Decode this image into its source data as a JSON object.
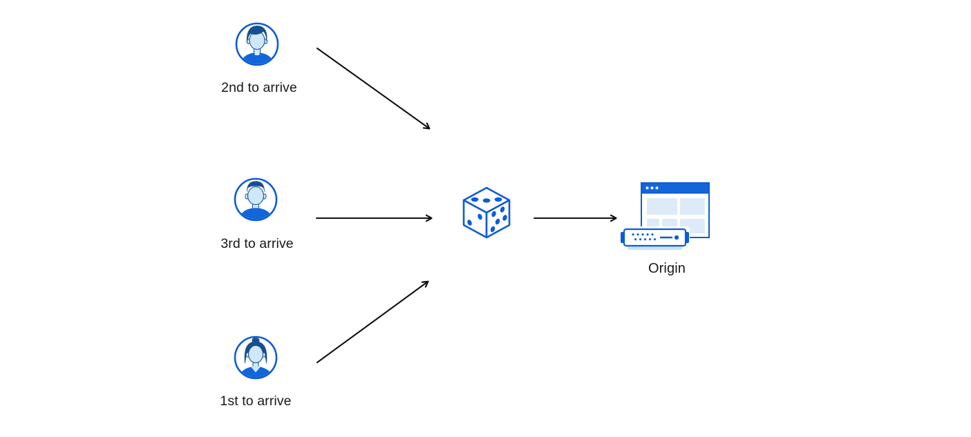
{
  "diagram": {
    "clients": [
      {
        "label": "2nd to arrive",
        "icon": "male-avatar-swept-hair-icon"
      },
      {
        "label": "3rd to arrive",
        "icon": "male-avatar-short-hair-icon"
      },
      {
        "label": "1st to arrive",
        "icon": "female-avatar-bun-hair-icon"
      }
    ],
    "selector": {
      "icon": "dice-icon",
      "meaning": "random selection"
    },
    "origin": {
      "label": "Origin",
      "icon": "origin-browser-and-server-icon"
    },
    "connections": [
      {
        "from": "2nd to arrive",
        "to": "dice"
      },
      {
        "from": "3rd to arrive",
        "to": "dice"
      },
      {
        "from": "1st to arrive",
        "to": "dice"
      },
      {
        "from": "dice",
        "to": "Origin"
      }
    ],
    "colors": {
      "outline_blue": "#0b5cd8",
      "dark_navy_blue": "#174f90",
      "shirt_blue": "#1266d9",
      "face_light_blue": "#cfe8f9",
      "panel_light_blue": "#ddebf9",
      "server_base_blue": "#c9e2f6",
      "arrow_black": "#111111",
      "text_black": "#17181a",
      "background": "#ffffff"
    }
  }
}
